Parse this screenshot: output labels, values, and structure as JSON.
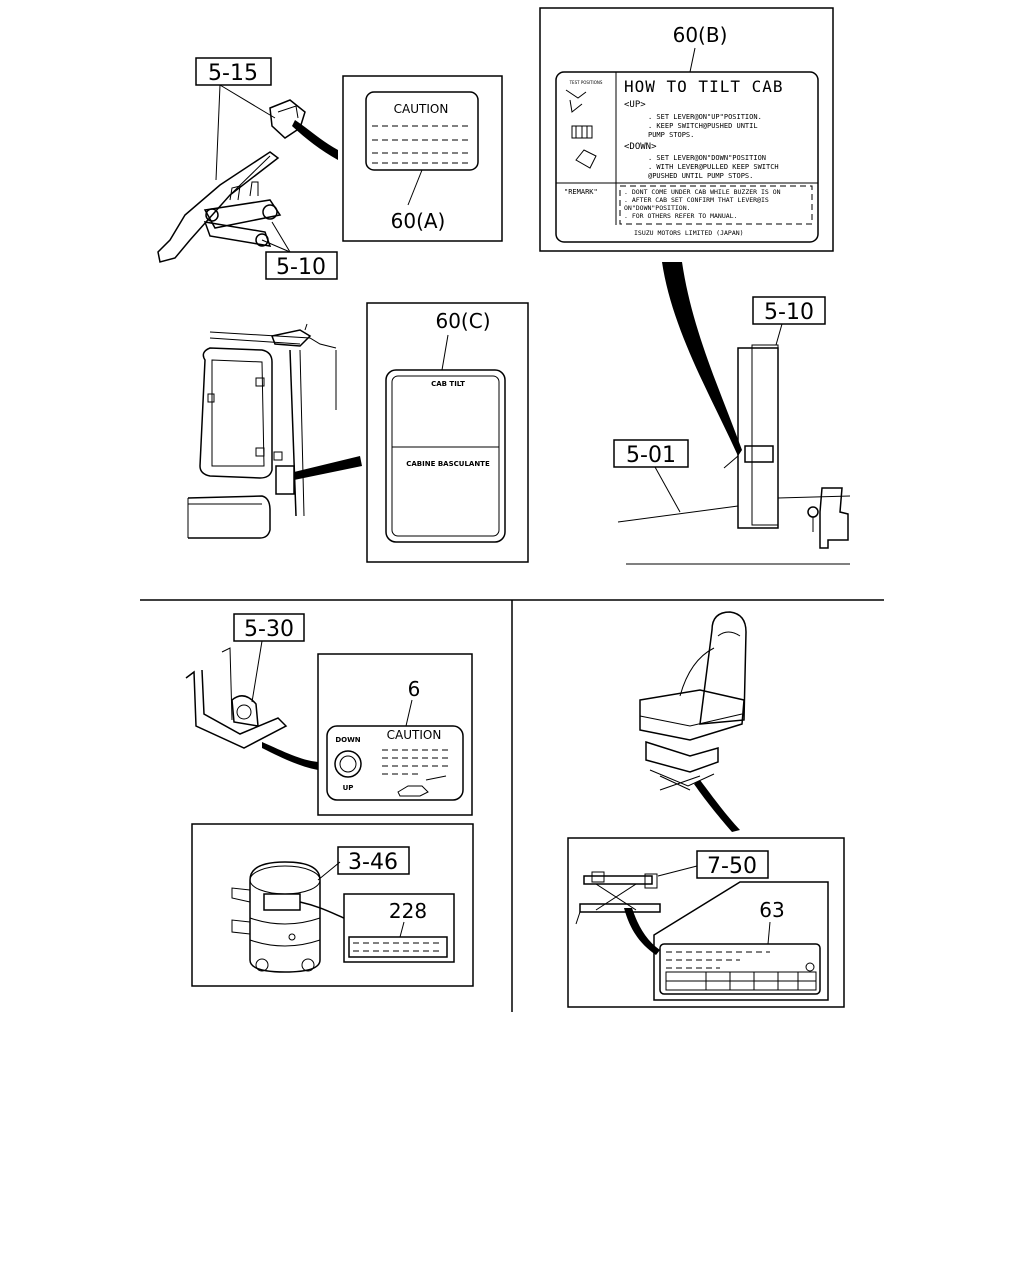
{
  "refs": {
    "r515": "5-15",
    "r510a": "5-10",
    "r510b": "5-10",
    "r501": "5-01",
    "r530": "5-30",
    "r346": "3-46",
    "r750": "7-50"
  },
  "labels": {
    "l60a": "60(A)",
    "l60b": "60(B)",
    "l60c": "60(C)",
    "l6": "6",
    "l228": "228",
    "l63": "63"
  },
  "label_60a": {
    "heading": "CAUTION"
  },
  "label_60b": {
    "title": "HOW TO TILT CAB",
    "up_heading": "<UP>",
    "up_lines": [
      ". SET LEVER@ON\"UP\"POSITION.",
      ". KEEP SWITCH@PUSHED UNTIL",
      "  PUMP STOPS."
    ],
    "down_heading": "<DOWN>",
    "down_lines": [
      ". SET LEVER@ON\"DOWN\"POSITION",
      ". WITH LEVER@PULLED KEEP SWITCH",
      "  @PUSHED UNTIL PUMP STOPS."
    ],
    "remark_label": "\"REMARK\"",
    "remark_lines": [
      ". DONT COME UNDER CAB WHILE BUZZER IS ON",
      ". AFTER CAB SET CONFIRM THAT LEVER@IS",
      "  ON\"DOWN\"POSITION.",
      ". FOR OTHERS REFER TO MANUAL."
    ],
    "maker": "ISUZU MOTORS LIMITED (JAPAN)"
  },
  "label_60c": {
    "top": "CAB TILT",
    "bottom": "CABINE BASCULANTE"
  },
  "label_6": {
    "heading": "CAUTION",
    "down": "DOWN",
    "up": "UP"
  }
}
